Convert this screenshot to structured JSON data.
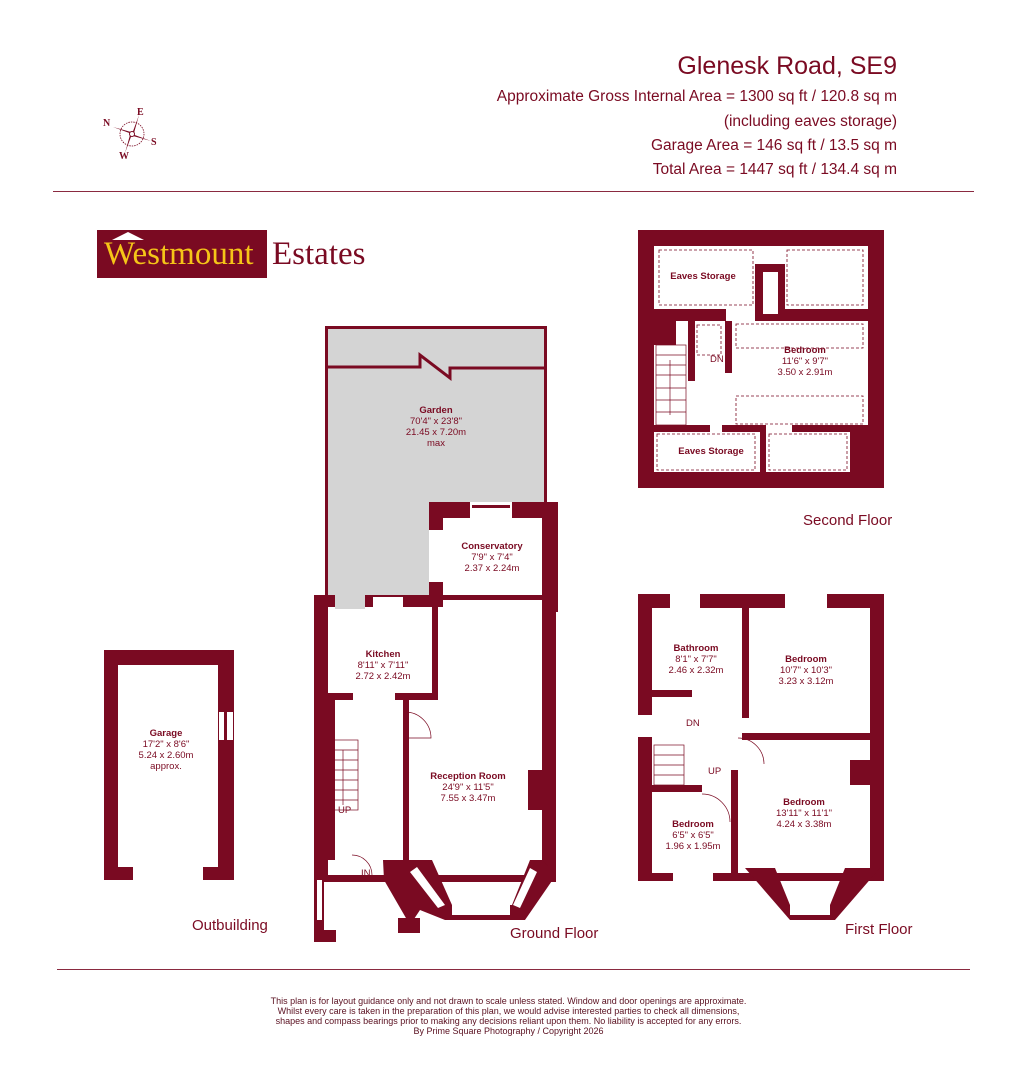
{
  "header": {
    "title": "Glenesk Road, SE9",
    "lines": [
      "Approximate Gross Internal Area = 1300 sq ft / 120.8 sq m",
      "(including eaves storage)",
      "Garage Area = 146 sq ft / 13.5 sq m",
      "Total Area = 1447 sq ft / 134.4 sq m"
    ]
  },
  "compass": {
    "n": "N",
    "e": "E",
    "s": "S",
    "w": "W"
  },
  "logo": {
    "word1": "Westmount",
    "word2": "Estates",
    "brand_color": "#7a0a22",
    "accent_color": "#f5c518"
  },
  "floors": {
    "second": {
      "label": "Second Floor",
      "rooms": [
        {
          "name": "Eaves Storage"
        },
        {
          "name": "Bedroom",
          "imperial": "11'6\" x 9'7\"",
          "metric": "3.50 x 2.91m"
        },
        {
          "name": "Eaves Storage"
        }
      ],
      "stair_label": "DN"
    },
    "ground": {
      "label": "Ground Floor",
      "rooms": [
        {
          "name": "Garden",
          "imperial": "70'4\" x 23'8\"",
          "metric": "21.45 x 7.20m",
          "note": "max"
        },
        {
          "name": "Conservatory",
          "imperial": "7'9\" x 7'4\"",
          "metric": "2.37 x 2.24m"
        },
        {
          "name": "Kitchen",
          "imperial": "8'11\" x 7'11\"",
          "metric": "2.72 x 2.42m"
        },
        {
          "name": "Reception Room",
          "imperial": "24'9\" x 11'5\"",
          "metric": "7.55 x 3.47m"
        }
      ],
      "stair_label": "UP",
      "entry_label": "IN"
    },
    "first": {
      "label": "First Floor",
      "rooms": [
        {
          "name": "Bathroom",
          "imperial": "8'1\" x 7'7\"",
          "metric": "2.46 x 2.32m"
        },
        {
          "name": "Bedroom",
          "imperial": "10'7\" x 10'3\"",
          "metric": "3.23 x 3.12m"
        },
        {
          "name": "Bedroom",
          "imperial": "6'5\" x 6'5\"",
          "metric": "1.96 x 1.95m"
        },
        {
          "name": "Bedroom",
          "imperial": "13'11\" x 11'1\"",
          "metric": "4.24 x 3.38m"
        }
      ],
      "stair_down": "DN",
      "stair_up": "UP"
    },
    "outbuilding": {
      "label": "Outbuilding",
      "rooms": [
        {
          "name": "Garage",
          "imperial": "17'2\" x 8'6\"",
          "metric": "5.24 x 2.60m",
          "note": "approx."
        }
      ]
    }
  },
  "disclaimer": [
    "This plan is for layout guidance only and not drawn to scale unless stated. Window and door openings are approximate.",
    "Whilst every care is taken in the preparation of this plan, we would advise interested parties to check all dimensions,",
    "shapes and compass bearings prior to making any decisions reliant upon them. No liability is accepted for any errors.",
    "By Prime Square Photography / Copyright 2026"
  ]
}
